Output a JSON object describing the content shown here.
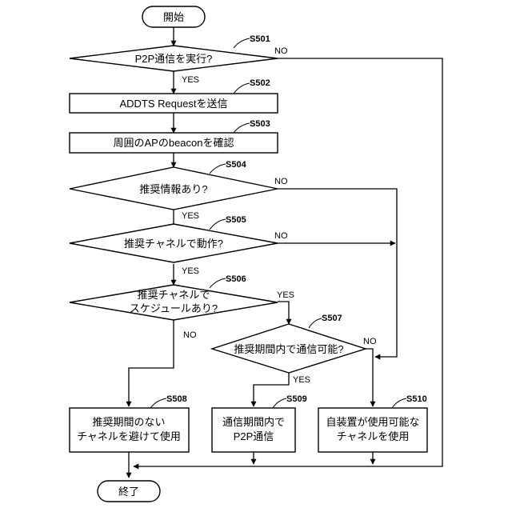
{
  "nodes": {
    "start": {
      "text": "開始"
    },
    "s501": {
      "step": "S501",
      "text": "P2P通信を実行?"
    },
    "s502": {
      "step": "S502",
      "text": "ADDTS Requestを送信"
    },
    "s503": {
      "step": "S503",
      "text": "周囲のAPのbeaconを確認"
    },
    "s504": {
      "step": "S504",
      "text": "推奨情報あり?"
    },
    "s505": {
      "step": "S505",
      "text": "推奨チャネルで動作?"
    },
    "s506": {
      "step": "S506",
      "line1": "推奨チャネルで",
      "line2": "スケジュールあり?"
    },
    "s507": {
      "step": "S507",
      "text": "推奨期間内で通信可能?"
    },
    "s508": {
      "step": "S508",
      "line1": "推奨期間のない",
      "line2": "チャネルを避けて使用"
    },
    "s509": {
      "step": "S509",
      "line1": "通信期間内で",
      "line2": "P2P通信"
    },
    "s510": {
      "step": "S510",
      "line1": "自装置が使用可能な",
      "line2": "チャネルを使用"
    },
    "end": {
      "text": "終了"
    }
  },
  "labels": {
    "yes": "YES",
    "no": "NO"
  }
}
